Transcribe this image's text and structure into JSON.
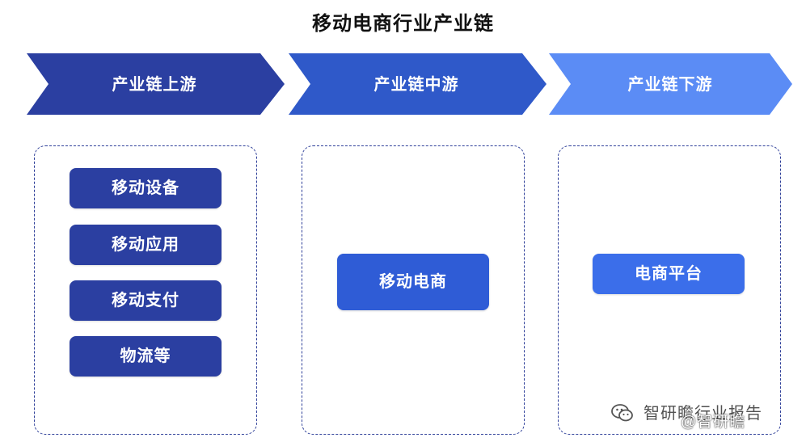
{
  "title": "移动电商行业产业链",
  "colors": {
    "upstream": "#2b3fa1",
    "midstream": "#2f59c9",
    "downstream": "#5b8cf5",
    "panel_border": "#2e3f99",
    "pill_dark": "#2b3fa1",
    "pill_mid": "#2f5cd6",
    "pill_light": "#3b6eea"
  },
  "stages": [
    {
      "label": "产业链上游",
      "items": [
        "移动设备",
        "移动应用",
        "移动支付",
        "物流等"
      ]
    },
    {
      "label": "产业链中游",
      "items": [
        "移动电商"
      ]
    },
    {
      "label": "产业链下游",
      "items": [
        "电商平台"
      ]
    }
  ],
  "watermark": {
    "icon": "wechat-icon",
    "line1": "智研瞻行业报告",
    "line2": "@智研瞻"
  }
}
